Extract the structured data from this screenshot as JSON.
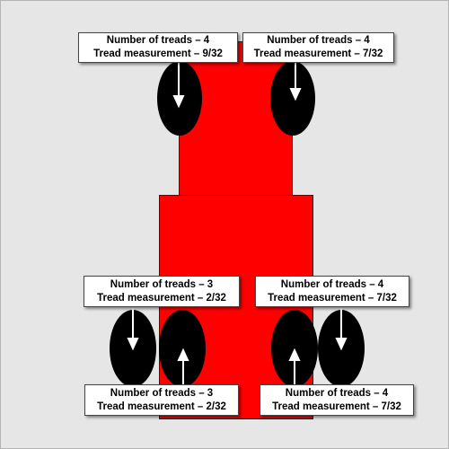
{
  "colors": {
    "background": "#e6e6e6",
    "vehicle_body": "#ff0000",
    "wheel": "#000000",
    "arrow": "#ffffff",
    "label_bg": "#ffffff"
  },
  "labels": {
    "front_left": {
      "count_line": "Number of treads – 4",
      "measure_line": "Tread measurement – 9/32"
    },
    "front_right": {
      "count_line": "Number of treads – 4",
      "measure_line": "Tread measurement – 7/32"
    },
    "rear_left_outer": {
      "count_line": "Number of treads – 3",
      "measure_line": "Tread measurement – 2/32"
    },
    "rear_right_inner": {
      "count_line": "Number of treads – 4",
      "measure_line": "Tread measurement – 7/32"
    },
    "rear_left_inner": {
      "count_line": "Number of treads – 3",
      "measure_line": "Tread measurement – 2/32"
    },
    "rear_right_outer": {
      "count_line": "Number of treads – 4",
      "measure_line": "Tread measurement – 7/32"
    }
  }
}
